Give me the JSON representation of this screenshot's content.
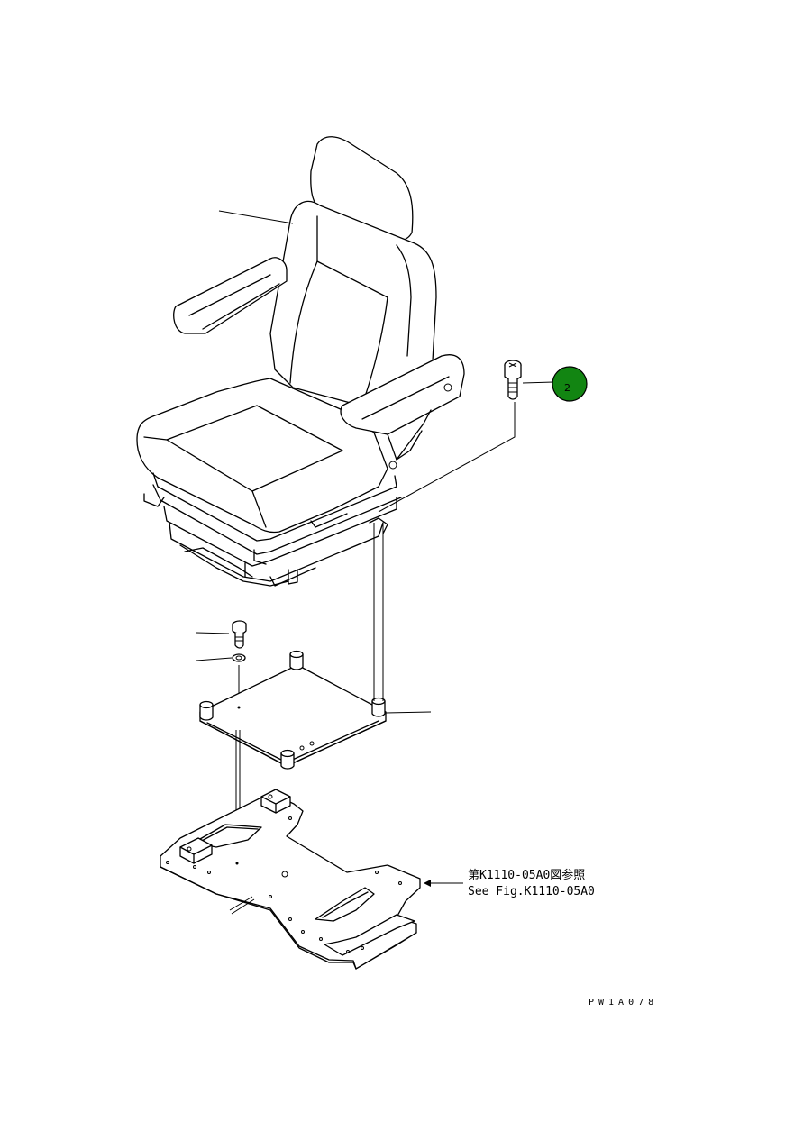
{
  "callout": {
    "number": "2",
    "fill_color": "#128512"
  },
  "reference": {
    "line_jp": "第K1110-05A0図参照",
    "line_en": "See Fig.K1110-05A0"
  },
  "drawing_code": "PW1A078",
  "colors": {
    "line": "#000000",
    "background": "#ffffff"
  }
}
